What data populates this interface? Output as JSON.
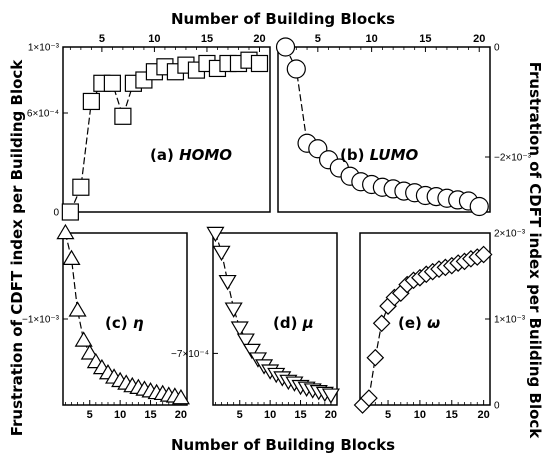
{
  "figure": {
    "top_axis_title": "Number of Building Blocks",
    "bottom_axis_title": "Number of Building Blocks",
    "left_axis_title": "Frustration of CDFT index per Building Block",
    "right_axis_title": "Frustration of CDFT index per Building Block"
  },
  "chart_data": [
    {
      "type": "line",
      "panel": "a",
      "label_prefix": "(a) ",
      "label_symbol": "HOMO",
      "marker": "square",
      "x": [
        2,
        3,
        4,
        5,
        6,
        7,
        8,
        9,
        10,
        11,
        12,
        13,
        14,
        15,
        16,
        17,
        18,
        19,
        20
      ],
      "y": [
        0.0,
        0.00015,
        0.00067,
        0.00078,
        0.00078,
        0.00058,
        0.00078,
        0.0008,
        0.00085,
        0.00088,
        0.00085,
        0.00089,
        0.00086,
        0.0009,
        0.00087,
        0.0009,
        0.0009,
        0.00092,
        0.0009
      ],
      "xlim": [
        1.3,
        21
      ],
      "ylim": [
        0.0,
        0.001
      ],
      "x_ticks": [
        5,
        10,
        15,
        20
      ],
      "x_tick_labels": [
        "5",
        "10",
        "15",
        "20"
      ],
      "y_ticks": [
        0,
        0.0006,
        0.001
      ],
      "y_tick_labels": [
        "0",
        "6×10⁻⁴",
        "1×10⁻³"
      ]
    },
    {
      "type": "line",
      "panel": "b",
      "label_prefix": "(b) ",
      "label_symbol": "LUMO",
      "marker": "circle",
      "x": [
        2,
        3,
        4,
        5,
        6,
        7,
        8,
        9,
        10,
        11,
        12,
        13,
        14,
        15,
        16,
        17,
        18,
        19,
        20
      ],
      "y": [
        0.0,
        -0.0004,
        -0.00175,
        -0.00185,
        -0.00205,
        -0.0022,
        -0.00235,
        -0.00245,
        -0.0025,
        -0.00255,
        -0.00258,
        -0.00262,
        -0.00265,
        -0.0027,
        -0.00272,
        -0.00275,
        -0.00278,
        -0.0028,
        -0.0029
      ],
      "xlim": [
        1.3,
        21
      ],
      "ylim": [
        -0.003,
        0.0
      ],
      "x_ticks": [
        5,
        10,
        15,
        20
      ],
      "x_tick_labels": [
        "5",
        "10",
        "15",
        "20"
      ],
      "y_ticks": [
        0.0,
        -0.002
      ],
      "y_tick_labels": [
        "0",
        "−2×10⁻³"
      ]
    },
    {
      "type": "line",
      "panel": "c",
      "label_prefix": "(c) ",
      "label_symbol": "η",
      "marker": "triangle-up",
      "x": [
        1,
        2,
        3,
        4,
        5,
        6,
        7,
        8,
        9,
        10,
        11,
        12,
        13,
        14,
        15,
        16,
        17,
        18,
        19,
        20
      ],
      "y": [
        0.0,
        -0.0003,
        -0.0009,
        -0.00125,
        -0.0014,
        -0.0015,
        -0.00157,
        -0.00163,
        -0.00168,
        -0.00172,
        -0.00175,
        -0.00178,
        -0.0018,
        -0.00182,
        -0.00184,
        -0.00186,
        -0.00187,
        -0.00189,
        -0.0019,
        -0.00192
      ],
      "xlim": [
        0.6,
        21
      ],
      "ylim": [
        -0.002,
        0.0
      ],
      "x_ticks": [
        5,
        10,
        15,
        20
      ],
      "x_tick_labels": [
        "5",
        "10",
        "15",
        "20"
      ],
      "y_ticks": [
        -0.001
      ],
      "y_tick_labels": [
        "−1×10⁻³"
      ]
    },
    {
      "type": "line",
      "panel": "d",
      "label_prefix": "(d) ",
      "label_symbol": "μ",
      "marker": "triangle-down",
      "x": [
        1,
        2,
        3,
        4,
        5,
        6,
        7,
        8,
        9,
        10,
        11,
        12,
        13,
        14,
        15,
        16,
        17,
        18,
        19,
        20
      ],
      "y": [
        0.0,
        -0.00011,
        -0.00028,
        -0.00044,
        -0.00055,
        -0.00062,
        -0.00068,
        -0.00073,
        -0.00077,
        -0.0008,
        -0.00082,
        -0.00084,
        -0.00086,
        -0.00087,
        -0.00089,
        -0.0009,
        -0.00091,
        -0.00092,
        -0.00093,
        -0.00094
      ],
      "xlim": [
        0.6,
        21
      ],
      "ylim": [
        -0.001,
        0.0
      ],
      "x_ticks": [
        5,
        10,
        15,
        20
      ],
      "x_tick_labels": [
        "5",
        "10",
        "15",
        "20"
      ],
      "y_ticks": [
        -0.0007
      ],
      "y_tick_labels": [
        "−7×10⁻⁴"
      ]
    },
    {
      "type": "line",
      "panel": "e",
      "label_prefix": "(e) ",
      "label_symbol": "ω",
      "marker": "diamond",
      "x": [
        1,
        2,
        3,
        4,
        5,
        6,
        7,
        8,
        9,
        10,
        11,
        12,
        13,
        14,
        15,
        16,
        17,
        18,
        19,
        20
      ],
      "y": [
        0.0,
        8e-05,
        0.00055,
        0.00095,
        0.00115,
        0.00125,
        0.0013,
        0.0014,
        0.00145,
        0.00148,
        0.00152,
        0.00155,
        0.00158,
        0.0016,
        0.00162,
        0.00165,
        0.00167,
        0.0017,
        0.00172,
        0.00175
      ],
      "xlim": [
        0.6,
        21
      ],
      "ylim": [
        0.0,
        0.002
      ],
      "x_ticks": [
        5,
        10,
        15,
        20
      ],
      "x_tick_labels": [
        "5",
        "10",
        "15",
        "20"
      ],
      "y_ticks": [
        0.0,
        0.001,
        0.002
      ],
      "y_tick_labels": [
        "0",
        "1×10⁻³",
        "2×10⁻³"
      ]
    }
  ]
}
